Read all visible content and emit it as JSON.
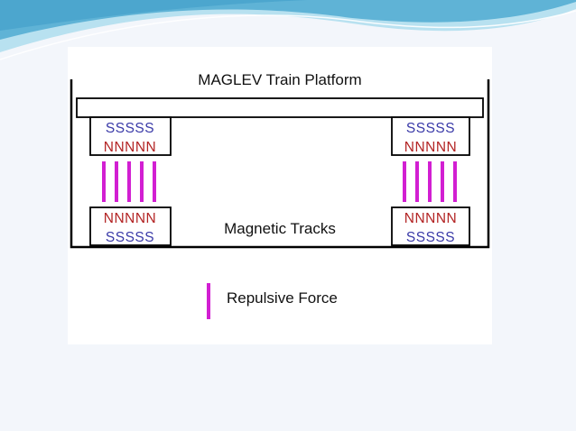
{
  "diagram": {
    "platform_label": "MAGLEV Train Platform",
    "tracks_label": "Magnetic Tracks",
    "legend_label": "Repulsive Force",
    "platform_magnets": [
      {
        "side": "left",
        "top_row": "SSSSS",
        "bottom_row": "NNNNN"
      },
      {
        "side": "right",
        "top_row": "SSSSS",
        "bottom_row": "NNNNN"
      }
    ],
    "track_magnets": [
      {
        "side": "left",
        "top_row": "NNNNN",
        "bottom_row": "SSSSS"
      },
      {
        "side": "right",
        "top_row": "NNNNN",
        "bottom_row": "SSSSS"
      }
    ],
    "force_lines_per_gap": 5
  },
  "colors": {
    "south_pole": "#3a3aa8",
    "north_pole": "#b32424",
    "repulsive_force": "#d21fd2",
    "outline": "#000000",
    "slide_wave_dark": "#5fb3d6",
    "slide_wave_light": "#a9dcee",
    "slide_background": "#f3f6fb"
  }
}
